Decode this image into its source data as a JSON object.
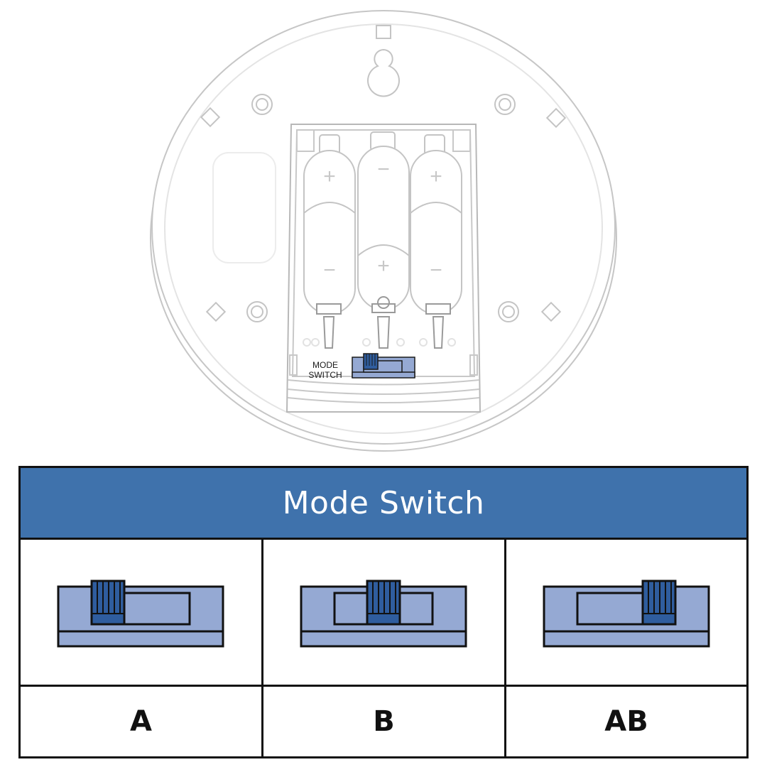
{
  "device": {
    "switch_label_line1": "MODE",
    "switch_label_line2": "SWITCH",
    "batteries": [
      {
        "top_symbol": "+",
        "bottom_symbol": "−"
      },
      {
        "top_symbol": "−",
        "bottom_symbol": "+"
      },
      {
        "top_symbol": "+",
        "bottom_symbol": "−"
      }
    ]
  },
  "table": {
    "title": "Mode Switch",
    "modes": [
      {
        "label": "A",
        "position": "left"
      },
      {
        "label": "B",
        "position": "center"
      },
      {
        "label": "AB",
        "position": "right"
      }
    ]
  },
  "colors": {
    "header_blue": "#3f72ac",
    "switch_body": "#95a9d3",
    "switch_knob": "#2f5d9e",
    "outline_gray": "#c4c4c4"
  }
}
